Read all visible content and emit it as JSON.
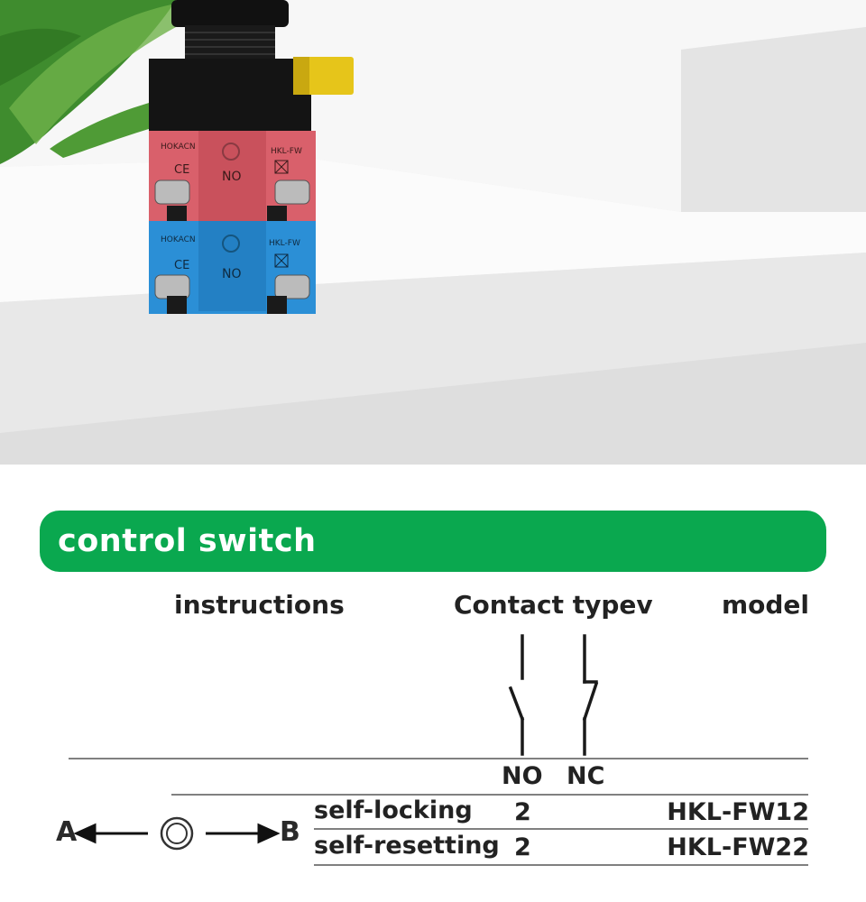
{
  "product_photo": {
    "top_label": "HOKACN",
    "top_model": "HKL-FW",
    "top_contact": "NO",
    "top_ce": "CE",
    "bottom_label": "HOKACN",
    "bottom_model": "HKL-FW",
    "bottom_contact": "NO",
    "bottom_ce": "CE",
    "colors": {
      "top_block": "#d9606b",
      "bottom_block": "#2b8fd6",
      "housing": "#111111",
      "lever": "#e6c51a"
    }
  },
  "banner": {
    "title": "control switch",
    "color": "#0aa84f"
  },
  "table": {
    "headers": {
      "instructions": "instructions",
      "contact_type": "Contact typev",
      "model": "model"
    },
    "contact_columns": [
      "NO",
      "NC"
    ],
    "rows": [
      {
        "instruction": "self-locking",
        "no": "2",
        "model": "HKL-FW12"
      },
      {
        "instruction": "self-resetting",
        "no": "2",
        "model": "HKL-FW22"
      }
    ]
  },
  "selector": {
    "left_label": "A",
    "right_label": "B"
  }
}
